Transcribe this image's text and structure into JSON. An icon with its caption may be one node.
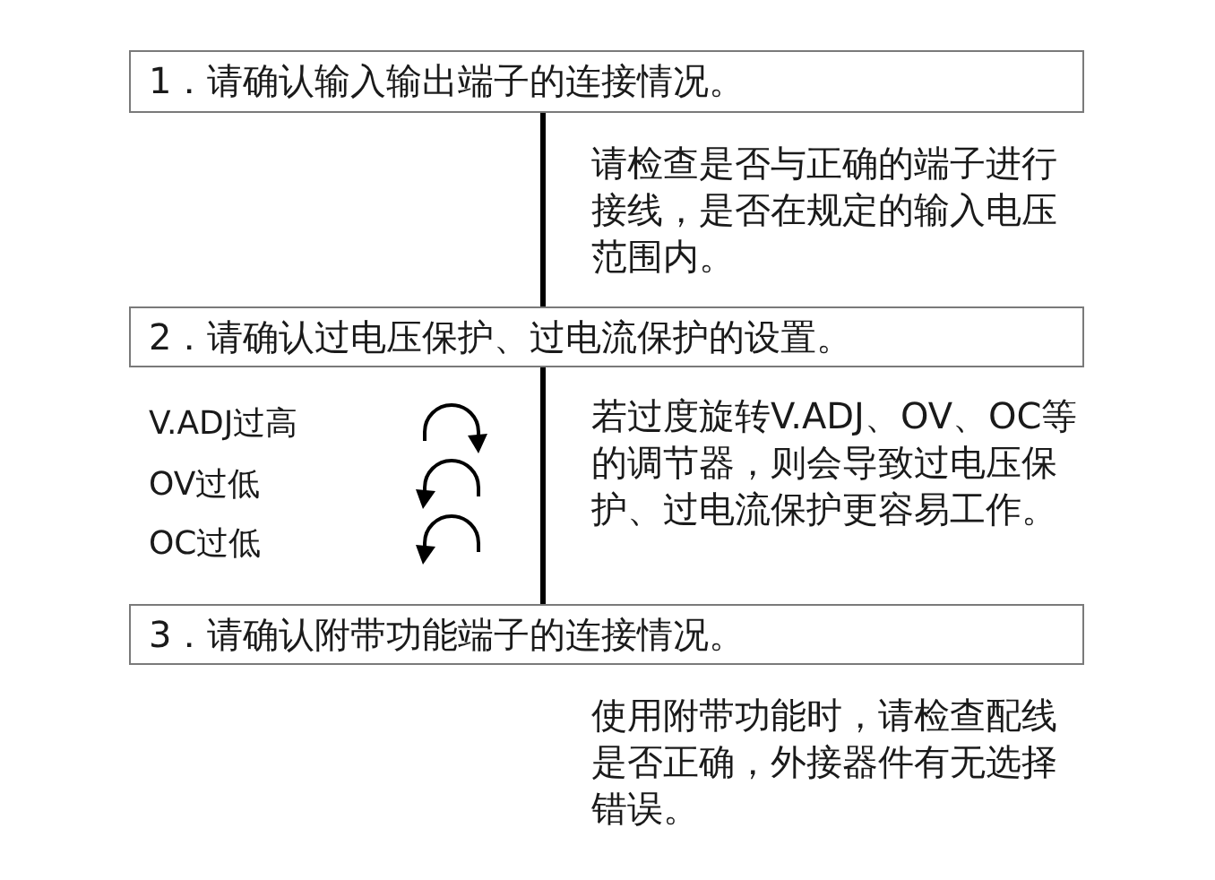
{
  "diagram": {
    "nodes": [
      {
        "text": [
          "1．请确认输入输出端子的连接情况。"
        ],
        "beside": [
          "请检查是否与正确的端子进行接线，是否在规定的输入电压范围内。"
        ]
      },
      {
        "text": [
          "2．请确认过电压保护、过电流保护的设置。"
        ],
        "beside": [
          "若过度旋转V.ADJ、OV、OC等的调节器，则会导致过电压保护、过电流保护更容易工作。"
        ]
      },
      {
        "text": [
          "3．请确认附带功能端子的连接情况。"
        ],
        "beside": [
          "使用附带功能时，请检查配线是否正确，外接器件有无选择错误。"
        ]
      }
    ],
    "edges": [
      {
        "from": 0,
        "to": 1,
        "arrow": "none"
      },
      {
        "from": 1,
        "to": 2,
        "arrow": "none"
      }
    ],
    "labels": [
      "V.ADJ过高",
      "OV过低",
      "OC过低"
    ]
  }
}
